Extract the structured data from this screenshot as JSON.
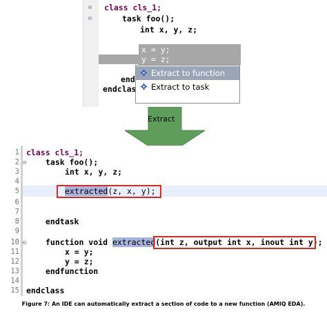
{
  "top_editor": {
    "lines": [
      "class cls_1;",
      "task foo();",
      "int x, y, z;",
      "endt",
      "endclas"
    ],
    "selected": [
      "x = y;",
      "y = z;"
    ],
    "popup": {
      "items": [
        {
          "label": "Extract to function",
          "icon": "gear-icon",
          "active": true
        },
        {
          "label": "Extract to task",
          "icon": "gear-icon",
          "active": false
        }
      ]
    }
  },
  "arrow": {
    "label": "Extract",
    "color": "#5f9e5a"
  },
  "bottom_editor": {
    "line_numbers": [
      "1",
      "2",
      "3",
      "4",
      "5",
      "6",
      "7",
      "8",
      "9",
      "10",
      "11",
      "12",
      "13",
      "14",
      "15"
    ],
    "lines": {
      "l1": "class cls_1;",
      "l2": "task foo();",
      "l3": "int x, y, z;",
      "l5_fn": "extracted",
      "l5_args": "(z, x, y);",
      "l8": "endtask",
      "l10_a": "function void ",
      "l10_fn": "extracted",
      "l10_args": "(int z, output int x, inout int y);",
      "l11": "x = y;",
      "l12": "y = z;",
      "l13": "endfunction",
      "l15": "endclass"
    }
  },
  "caption": "Figure 7: An IDE can automatically extract a section of code to a new function (AMIQ EDA).",
  "colors": {
    "highlight_red": "#e0281e",
    "selection": "#a7a7a7"
  }
}
